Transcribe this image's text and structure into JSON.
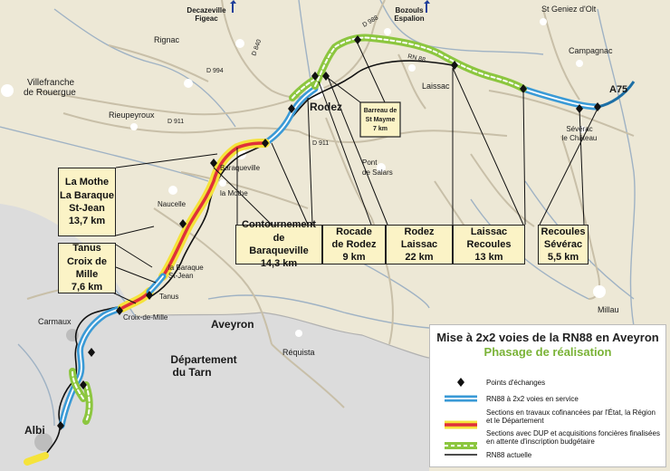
{
  "colors": {
    "land": "#ede8d6",
    "tarn": "#dcdcdc",
    "river": "#9fb2c4",
    "road": "#c8bfa8",
    "blue": "#3a9ad6",
    "green": "#8cc63f",
    "red": "#e0303a",
    "yellow": "#f5e33a",
    "box_fill": "#fbf3c6"
  },
  "towns": {
    "decazeville": "Decazeville\nFigeac",
    "bozouls": "Bozouls\nEspalion",
    "st_geniez": "St Geniez d'Olt",
    "rignac": "Rignac",
    "campagnac": "Campagnac",
    "villefranche": "Villefranche\nde Rouergue",
    "laissac": "Laissac",
    "rieupeyroux": "Rieupeyroux",
    "rodez": "Rodez",
    "severac": "Sévérac\nle Château",
    "baraqueville": "Baraqueville",
    "pont_de_salars": "Pont\nde Salars",
    "naucelle": "Naucelle",
    "la_mothe": "la Mothe",
    "la_baraque": "la Baraque\nSt-Jean",
    "tanus": "Tanus",
    "croix_de_mille": "Croix-de-Mille",
    "carmaux": "Carmaux",
    "aveyron": "Aveyron",
    "millau": "Millau",
    "requista": "Réquista",
    "departement_tarn": "Département\ndu Tarn",
    "albi": "Albi",
    "a75": "A75"
  },
  "roads": {
    "d988": "D 988",
    "rn88": "RN 88",
    "d840": "D 840",
    "d994": "D 994",
    "d911_a": "D 911",
    "d911_b": "D 911"
  },
  "barreau": {
    "line1": "Barreau de",
    "line2": "St Mayme",
    "line3": "7 km"
  },
  "sections": [
    {
      "lines": [
        "Contournement de",
        "Baraqueville",
        "14,3 km"
      ]
    },
    {
      "lines": [
        "Rocade",
        "de Rodez",
        "9 km"
      ]
    },
    {
      "lines": [
        "Rodez Laissac",
        "22 km"
      ]
    },
    {
      "lines": [
        "Laissac",
        "Recoules",
        "13 km"
      ]
    },
    {
      "lines": [
        "Recoules",
        "Sévérac",
        "5,5 km"
      ]
    }
  ],
  "left_boxes": [
    {
      "lines": [
        "La Mothe",
        "La Baraque",
        "St-Jean",
        "13,7 km"
      ]
    },
    {
      "lines": [
        "Tanus",
        "Croix de Mille",
        "7,6 km"
      ]
    }
  ],
  "legend": {
    "title": "Mise à 2x2 voies de la RN88 en Aveyron",
    "subtitle": "Phasage de réalisation",
    "items": [
      {
        "symbol": "diamond",
        "label": "Points d'échanges"
      },
      {
        "symbol": "blue",
        "label": "RN88 à 2x2 voies en service"
      },
      {
        "symbol": "red-yellow",
        "label": "Sections en travaux cofinancées par l'État, la Région\net le Département"
      },
      {
        "symbol": "green",
        "label": "Sections avec DUP et acquisitions foncières finalisées\nen attente d'inscription budgétaire"
      },
      {
        "symbol": "black",
        "label": "RN88 actuelle"
      }
    ]
  }
}
